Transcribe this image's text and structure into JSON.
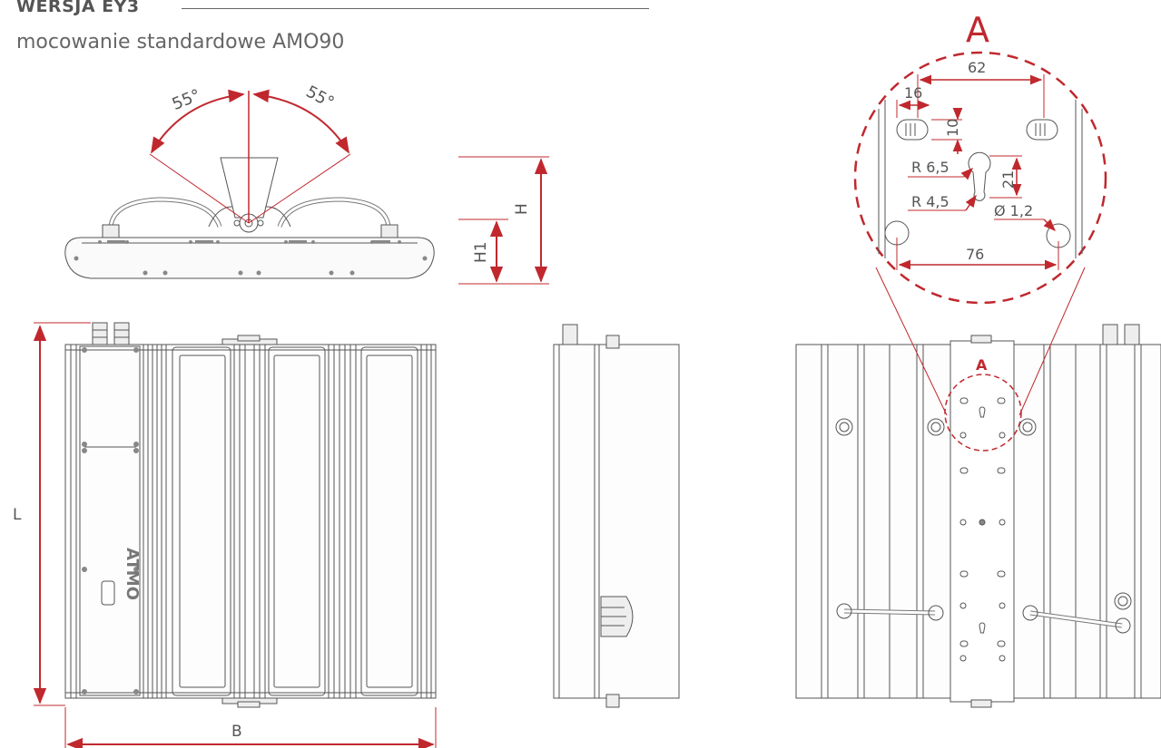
{
  "header": {
    "title": "WERSJA EY3",
    "subtitle": "mocowanie standardowe AMO90"
  },
  "front_view": {
    "angle_left": "55°",
    "angle_right": "55°",
    "dim_h": "H",
    "dim_h1": "H1"
  },
  "top_view": {
    "dim_l": "L",
    "dim_b": "B",
    "logo": "ATMO"
  },
  "detail": {
    "label": "A",
    "small_label": "A",
    "dim_62": "62",
    "dim_16": "16",
    "dim_10": "10",
    "dim_21": "21",
    "dim_r65": "R 6,5",
    "dim_r45": "R 4,5",
    "dim_d12": "Ø 1,2",
    "dim_76": "76"
  },
  "colors": {
    "dimension": "#c0282e",
    "line": "#555555",
    "text": "#555555"
  }
}
